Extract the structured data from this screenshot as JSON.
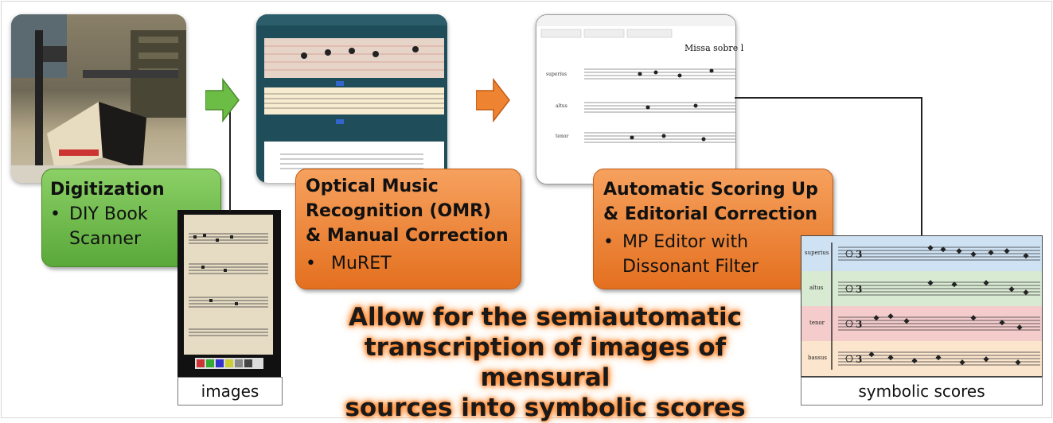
{
  "steps": [
    {
      "title": "Digitization",
      "bullets": [
        "DIY Book Scanner"
      ],
      "color": "#6cbd45"
    },
    {
      "title_lines": [
        "Optical Music",
        "Recognition (OMR)",
        "& Manual Correction"
      ],
      "bullets": [
        "MuRET"
      ],
      "color": "#ee8432"
    },
    {
      "title_lines": [
        "Automatic Scoring Up",
        "& Editorial Correction"
      ],
      "bullets": [
        "MP Editor with Dissonant Filter"
      ],
      "color": "#ee8432"
    }
  ],
  "captions": {
    "images": "images",
    "symbolic": "symbolic scores"
  },
  "tagline": [
    "Allow for the semiautomatic",
    "transcription of images of mensural",
    "sources into symbolic scores"
  ],
  "scoring_screenshot": {
    "title": "Missa sobre l",
    "voices": [
      "superius",
      "altus",
      "tenor"
    ]
  },
  "symbolic_score": {
    "voices": [
      "superius",
      "altus",
      "tenor",
      "bassus"
    ],
    "colors": [
      "#cfe2f3",
      "#d9ead3",
      "#f4cccc",
      "#fce5cd"
    ]
  }
}
